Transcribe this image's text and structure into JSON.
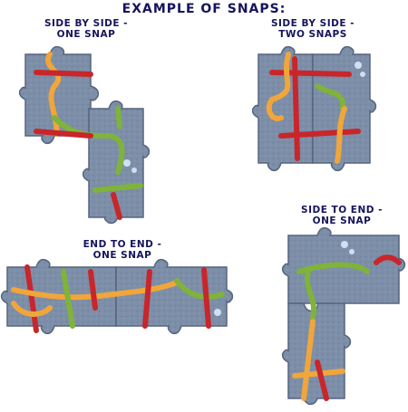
{
  "title": "EXAMPLE OF SNAPS:",
  "colors": {
    "tile": "#7d8ea8",
    "tile_shadow": "#56657e",
    "snake_red": "#c8262b",
    "snake_yellow": "#f0a63a",
    "snake_green": "#7fb33a",
    "bubble": "#cfe0f2",
    "caption": "#14145c"
  },
  "examples": [
    {
      "id": "side-by-side-one",
      "caption_line1": "SIDE BY SIDE -",
      "caption_line2": "ONE SNAP"
    },
    {
      "id": "side-by-side-two",
      "caption_line1": "SIDE BY SIDE -",
      "caption_line2": "TWO SNAPS"
    },
    {
      "id": "end-to-end-one",
      "caption_line1": "END TO END -",
      "caption_line2": "ONE SNAP"
    },
    {
      "id": "side-to-end-one",
      "caption_line1": "SIDE TO END -",
      "caption_line2": "ONE SNAP"
    }
  ]
}
